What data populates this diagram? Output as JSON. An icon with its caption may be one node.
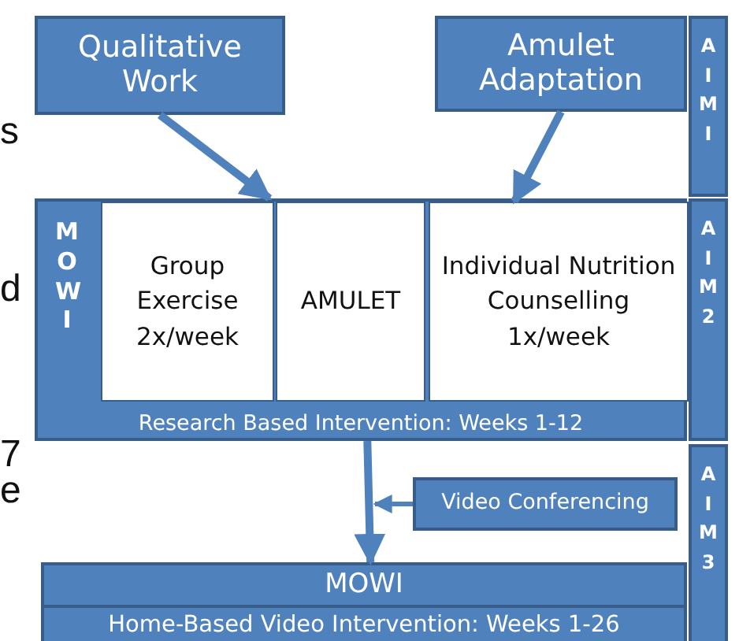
{
  "diagram": {
    "nodes": [
      {
        "text": [
          "Qualitative Work"
        ]
      },
      {
        "text": [
          "Amulet Adaptation"
        ]
      },
      {
        "text": [
          "A I M I"
        ]
      },
      {
        "text": [
          "M O W I",
          "Research Based Intervention: Weeks 1-12"
        ]
      },
      {
        "text": [
          "Group Exercise 2x/week"
        ],
        "in": 3
      },
      {
        "text": [
          "AMULET"
        ],
        "in": 3
      },
      {
        "text": [
          "Individual Nutrition Counselling 1x/week"
        ],
        "in": 3
      },
      {
        "text": [
          "A I M 2"
        ]
      },
      {
        "text": [
          "Video Conferencing"
        ]
      },
      {
        "text": [
          "MOWI",
          "Home-Based Video Intervention: Weeks 1-26"
        ]
      },
      {
        "text": [
          "A I M 3"
        ]
      }
    ],
    "edges": [
      {
        "from": 0,
        "to": 3,
        "arrow": "to"
      },
      {
        "from": 1,
        "to": 6,
        "arrow": "to"
      },
      {
        "from": 3,
        "to": 9,
        "arrow": "to"
      },
      {
        "from": 8,
        "to": null,
        "arrow": "to"
      }
    ],
    "labels": [
      "s",
      "d",
      "7",
      "e"
    ]
  }
}
